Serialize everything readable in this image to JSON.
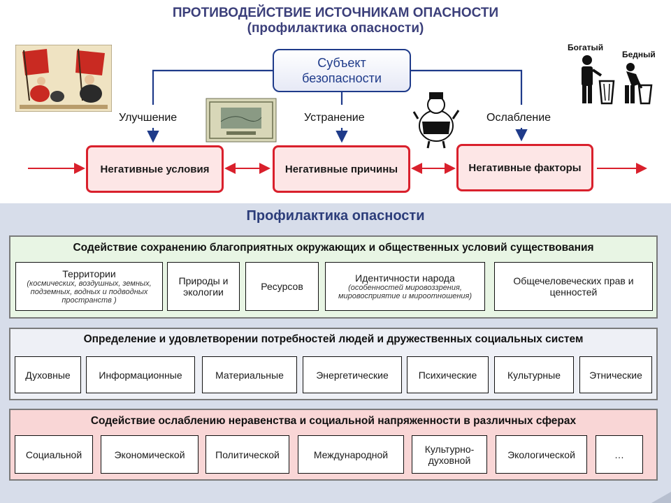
{
  "header": {
    "title": "ПРОТИВОДЕЙСТВИЕ ИСТОЧНИКАМ ОПАСНОСТИ",
    "subtitle": "(профилактика опасности)"
  },
  "subject": {
    "label": "Субъект безопасности"
  },
  "actions": {
    "improvement": "Улучшение",
    "elimination": "Устранение",
    "weakening": "Ослабление"
  },
  "negatives": {
    "conditions": "Негативные условия",
    "causes": "Негативные причины",
    "factors": "Негативные факторы"
  },
  "figures": {
    "rich": "Богатый",
    "poor": "Бедный"
  },
  "prevention": {
    "title": "Профилактика опасности",
    "panel1": {
      "title": "Содействие сохранению благоприятных окружающих и общественных условий существования",
      "items": [
        {
          "label": "Территории",
          "note": "(космических, воздушных, земных, подземных, водных и подводных пространств )"
        },
        {
          "label": "Природы и экологии",
          "note": ""
        },
        {
          "label": "Ресурсов",
          "note": ""
        },
        {
          "label": "Идентичности народа",
          "note": "(особенностей мировоззрения, мировосприятие и мироотношения)"
        },
        {
          "label": "Общечеловеческих прав и ценностей",
          "note": ""
        }
      ]
    },
    "panel2": {
      "title": "Определение и удовлетворении потребностей людей и дружественных социальных систем",
      "items": [
        "Духовные",
        "Информационные",
        "Материальные",
        "Энергетические",
        "Психические",
        "Культурные",
        "Этнические"
      ]
    },
    "panel3": {
      "title": "Содействие ослаблению неравенства и социальной напряженности в различных сферах",
      "items": [
        "Социальной",
        "Экономической",
        "Политической",
        "Международной",
        "Культурно-духовной",
        "Экологической",
        "…"
      ]
    }
  },
  "colors": {
    "accent_blue": "#1f3b8a",
    "negative_red": "#d9202c",
    "negative_fill": "#fde6e6",
    "panel1_fill": "#e8f5e4",
    "panel2_fill": "#eef0f6",
    "panel3_fill": "#f9d6d6",
    "band_fill": "#d7ddea"
  },
  "icons": [
    "poster-image",
    "banknote-image",
    "caricature-image",
    "rich-man-trash-icon",
    "poor-man-trash-icon"
  ]
}
